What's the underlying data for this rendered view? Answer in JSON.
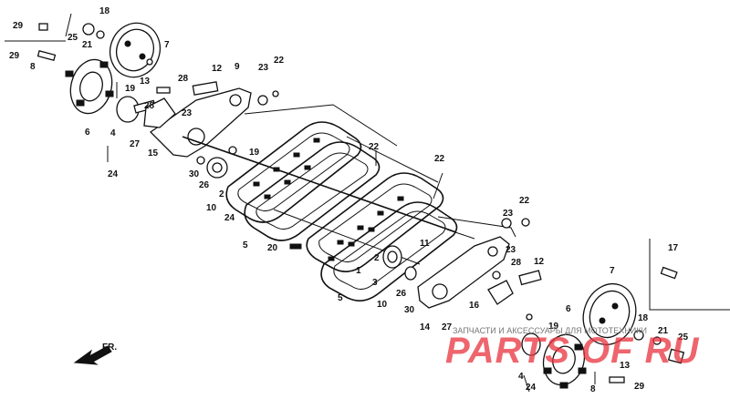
{
  "diagram": {
    "callouts": {
      "c29a": "29",
      "c18a": "18",
      "c25a": "25",
      "c21a": "21",
      "c7a": "7",
      "c29b": "29",
      "c8a": "8",
      "c13a": "13",
      "c19a": "19",
      "c28a": "28",
      "c12a": "12",
      "c9": "9",
      "c23a": "23",
      "c22a": "22",
      "c6a": "6",
      "c4a": "4",
      "c27a": "27",
      "c28b": "28",
      "c23b": "23",
      "c15": "15",
      "c24a": "24",
      "c19b": "19",
      "c30a": "30",
      "c26a": "26",
      "c2a": "2",
      "c10a": "10",
      "c24b": "24",
      "c5a": "5",
      "c22b": "22",
      "c22c": "22",
      "c20": "20",
      "c1": "1",
      "c5b": "5",
      "c11": "11",
      "c22d": "22",
      "c23c": "23",
      "c23d": "23",
      "c28c": "28",
      "c12b": "12",
      "c2b": "2",
      "c3": "3",
      "c26b": "26",
      "c10b": "10",
      "c30b": "30",
      "c14": "14",
      "c16": "16",
      "c27b": "27",
      "c19c": "19",
      "c17": "17",
      "c7b": "7",
      "c6b": "6",
      "c18b": "18",
      "c21b": "21",
      "c25b": "25",
      "c4b": "4",
      "c24c": "24",
      "c13b": "13",
      "c8b": "8",
      "c29c": "29"
    },
    "direction_label": "FR."
  },
  "watermark": {
    "caption": "ЗАПЧАСТИ И АКСЕССУАРЫ ДЛЯ МОТОТЕХНИКИ",
    "logo": "PARTS OF RU"
  },
  "colors": {
    "watermark_red": "#e8323c",
    "ink": "#111111"
  }
}
